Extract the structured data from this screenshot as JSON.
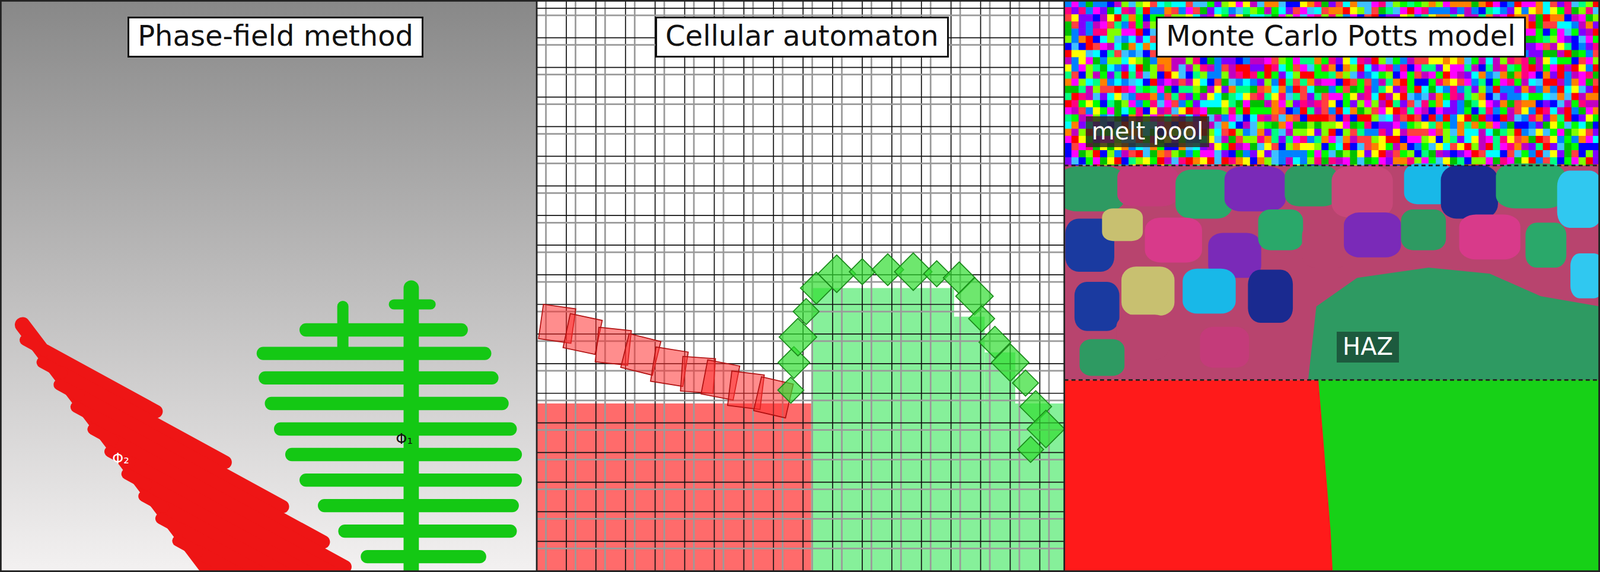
{
  "diagram": {
    "nodes": [
      {
        "text": [
          "Phase-field method"
        ]
      },
      {
        "text": [
          "Cellular automaton"
        ]
      },
      {
        "text": [
          "Monte Carlo Potts model"
        ]
      },
      {
        "text": [
          "melt pool"
        ]
      },
      {
        "text": [
          "HAZ"
        ]
      }
    ],
    "labels": [
      "Φ₂",
      "Φ₁"
    ]
  }
}
